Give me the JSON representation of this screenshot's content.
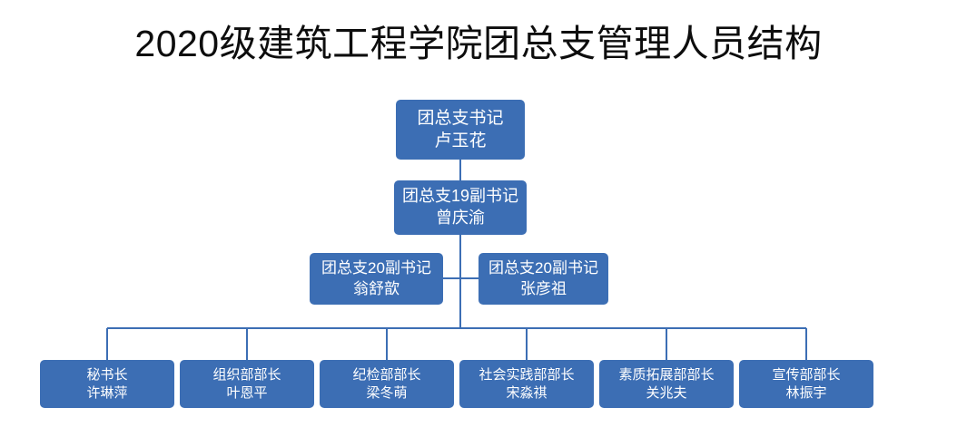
{
  "title": "2020级建筑工程学院团总支管理人员结构",
  "theme": {
    "node_fill": "#3c6eb4",
    "node_text": "#ffffff",
    "line_color": "#3c6eb4",
    "title_color": "#0d0d0d",
    "background": "#ffffff"
  },
  "org_chart": {
    "type": "diagram",
    "levels": [
      {
        "level": 1,
        "nodes": [
          {
            "role": "团总支书记",
            "name": "卢玉花"
          }
        ]
      },
      {
        "level": 2,
        "nodes": [
          {
            "role": "团总支19副书记",
            "name": "曾庆渝"
          }
        ]
      },
      {
        "level": 3,
        "nodes": [
          {
            "role": "团总支20副书记",
            "name": "翁舒歆"
          },
          {
            "role": "团总支20副书记",
            "name": "张彦祖"
          }
        ]
      },
      {
        "level": 4,
        "nodes": [
          {
            "role": "秘书长",
            "name": "许琳萍"
          },
          {
            "role": "组织部部长",
            "name": "叶恩平"
          },
          {
            "role": "纪检部部长",
            "name": "梁冬萌"
          },
          {
            "role": "社会实践部部长",
            "name": "宋淼祺"
          },
          {
            "role": "素质拓展部部长",
            "name": "关兆夫"
          },
          {
            "role": "宣传部部长",
            "name": "林振宇"
          }
        ]
      }
    ]
  }
}
